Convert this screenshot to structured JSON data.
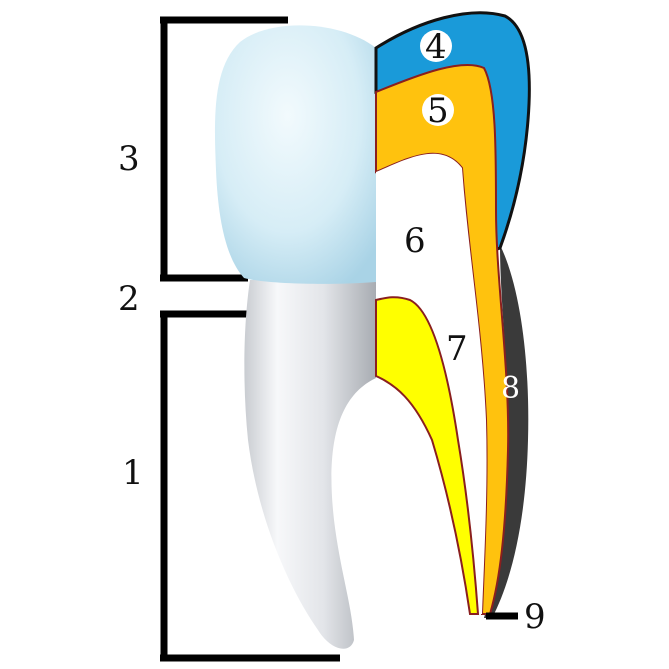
{
  "diagram": {
    "labels": {
      "l1": "1",
      "l2": "2",
      "l3": "3",
      "l4": "4",
      "l5": "5",
      "l6": "6",
      "l7": "7",
      "l8": "8",
      "l9": "9"
    },
    "colors": {
      "enamel_outer": "#1a9ad9",
      "dentin": "#ffc20e",
      "pulp": "#ffffff",
      "cementum": "#ffff00",
      "periodontal": "#3a3a3a",
      "crown_light": "#dff1f8",
      "crown_mid": "#a9d6ea",
      "root_light": "#f4f5f7",
      "root_mid": "#b9bcc2",
      "bracket": "#000000"
    }
  }
}
